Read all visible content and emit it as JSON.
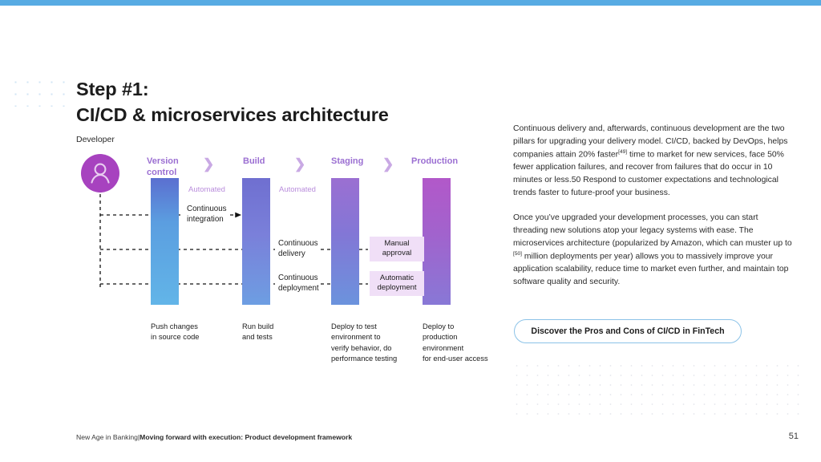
{
  "slide": {
    "heading_line1": "Step #1:",
    "heading_line2": "CI/CD & microservices architecture",
    "page_number": "51",
    "accent_color": "#57abe3"
  },
  "diagram": {
    "developer_label": "Developer",
    "avatar_icon": "user-avatar-icon",
    "stages": [
      {
        "name": "version-control",
        "label": "Version\ncontrol",
        "description": "Push changes\nin source code"
      },
      {
        "name": "build",
        "label": "Build",
        "description": "Run build\nand tests"
      },
      {
        "name": "staging",
        "label": "Staging",
        "description": "Deploy to test\nenvironment to\nverify behavior, do\nperformance testing"
      },
      {
        "name": "production",
        "label": "Production",
        "description": "Deploy to\nproduction\nenvironment\nfor end-user access"
      }
    ],
    "chevrons": [
      "chevron-right-icon",
      "chevron-right-icon",
      "chevron-right-icon"
    ],
    "automated_labels": [
      "Automated",
      "Automated"
    ],
    "flows": [
      {
        "name": "continuous-integration",
        "label": "Continuous\nintegration"
      },
      {
        "name": "continuous-delivery",
        "label": "Continuous\ndelivery"
      },
      {
        "name": "continuous-deployment",
        "label": "Continuous\ndeployment"
      }
    ],
    "gates": [
      {
        "name": "manual-approval",
        "label": "Manual\napproval"
      },
      {
        "name": "automatic-deployment",
        "label": "Automatic\ndeployment"
      }
    ],
    "colors": {
      "avatar": "#a742bf",
      "stage_label": "#9b6fd2",
      "automated_label": "#b98ddc",
      "gate_pill": "#f0dff7",
      "chevron": "#c9a9e4"
    }
  },
  "body": {
    "paragraph_1_before": "Continuous delivery and, afterwards, continuous development are the two pillars for upgrading your delivery model. CI/CD, backed by DevOps, helps companies attain 20% faster",
    "paragraph_1_sup": "[49]",
    "paragraph_1_after": " time to market for new services, face 50% fewer application failures, and recover from failures that do occur in 10 minutes or less.50 Respond to customer expectations and technological trends faster to future-proof your business.",
    "paragraph_2_before": "Once you’ve upgraded your development processes, you can start threading new solutions atop your legacy systems with ease. The microservices architecture (popularized by Amazon, which can muster up to ",
    "paragraph_2_sup": "[50]",
    "paragraph_2_after": " million deployments per year) allows you to massively improve your application scalability, reduce time to market even further, and maintain top software quality and security."
  },
  "cta": {
    "label": "Discover the Pros and Cons of CI/CD in FinTech",
    "border_color": "#8cc3e8"
  },
  "footer": {
    "prefix": "New Age in Banking",
    "separator": "|",
    "title": "Moving forward with execution: Product development framework"
  }
}
